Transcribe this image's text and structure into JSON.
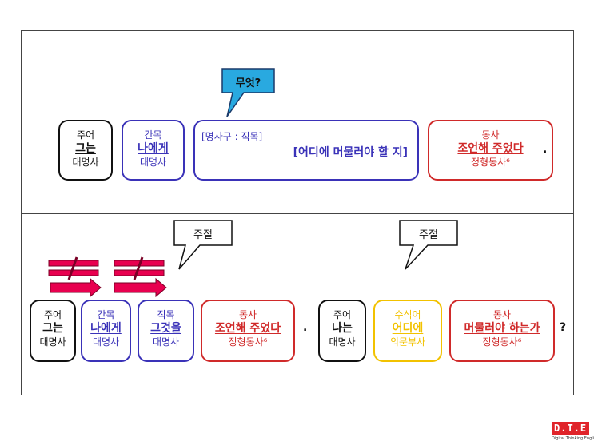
{
  "top": {
    "callout": "무엇?",
    "boxes": [
      {
        "label": "주어",
        "word": "그는",
        "pos": "대명사"
      },
      {
        "label": "간목",
        "word": "나에게",
        "pos": "대명사"
      },
      {
        "label": "동사",
        "word": "조언해 주었다",
        "pos": "정형동사⁶"
      }
    ],
    "clause": {
      "label": "[명사구 : 직목]",
      "text": "[어디에 머물러야 할 지]"
    },
    "period": "."
  },
  "bottom": {
    "callout_left": "주절",
    "callout_right": "주절",
    "left_boxes": [
      {
        "label": "주어",
        "word": "그는",
        "pos": "대명사"
      },
      {
        "label": "간목",
        "word": "나에게",
        "pos": "대명사"
      },
      {
        "label": "직목",
        "word": "그것을",
        "pos": "대명사"
      },
      {
        "label": "동사",
        "word": "조언해 주었다",
        "pos": "정형동사⁶"
      }
    ],
    "period": ".",
    "right_boxes": [
      {
        "label": "주어",
        "word": "나는",
        "pos": "대명사"
      },
      {
        "label": "수식어",
        "word": "어디에",
        "pos": "의문부사"
      },
      {
        "label": "동사",
        "word": "머물러야 하는가",
        "pos": "정형동사⁶"
      }
    ],
    "question": "?"
  },
  "logo": {
    "mark": "D.T.E",
    "subtitle": "Digital Thinking English"
  },
  "colors": {
    "black": "#111111",
    "blue": "#3a32b8",
    "red": "#d02a2a",
    "yellow": "#f2c200",
    "callout_fill": "#29a9e0",
    "arrow_fill": "#e8004f"
  }
}
